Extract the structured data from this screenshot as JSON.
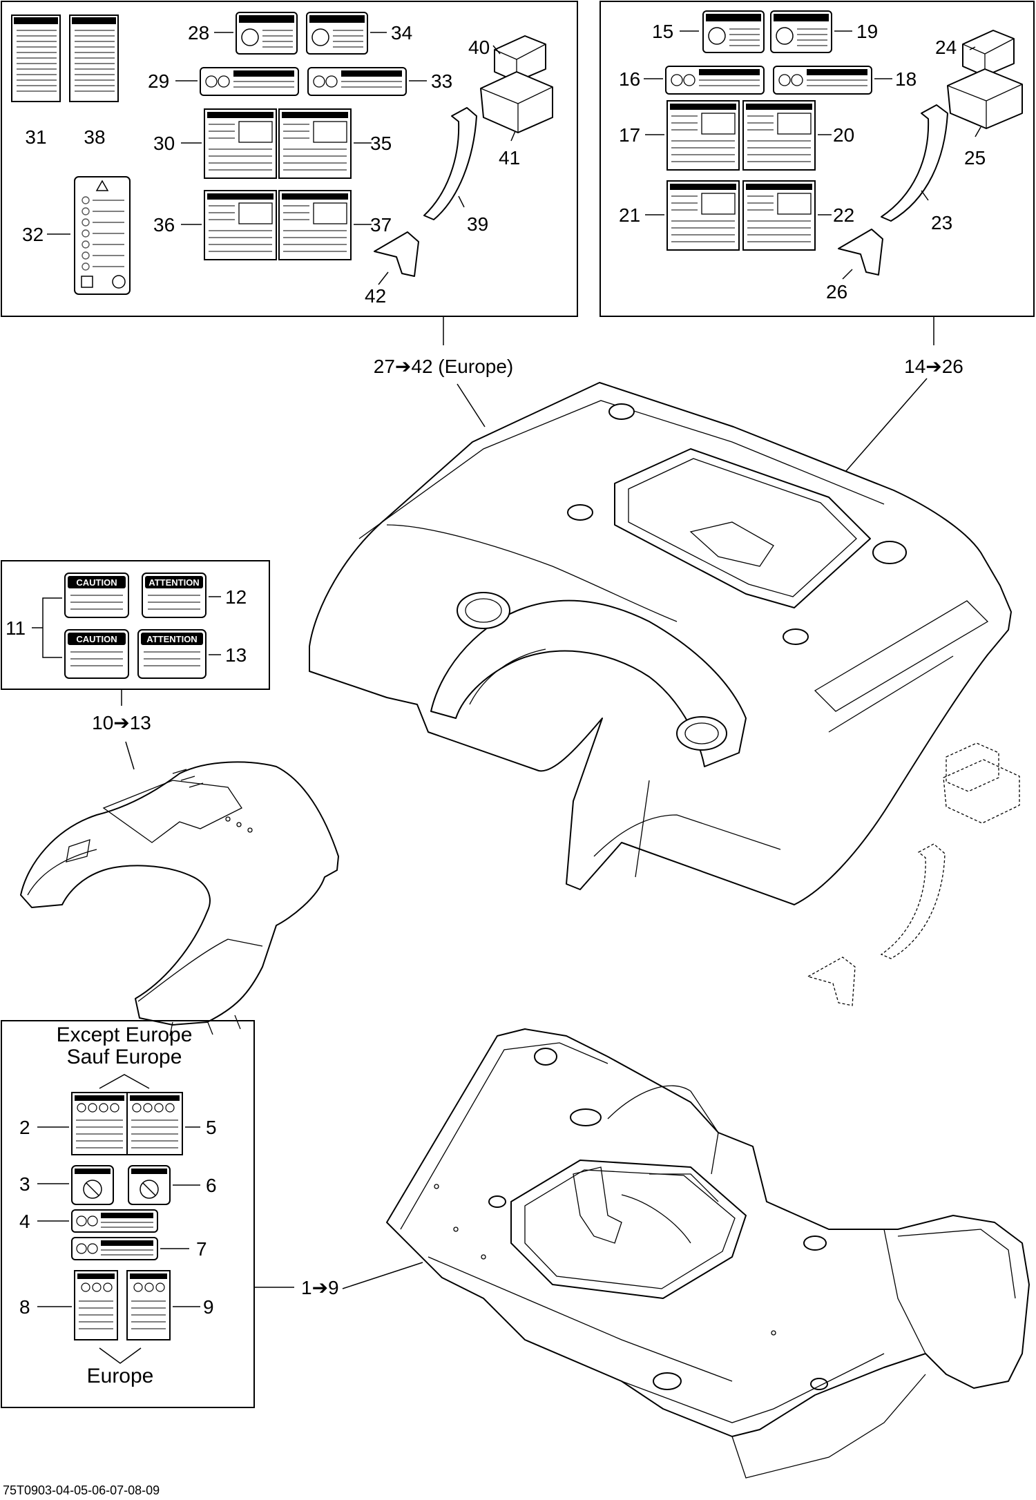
{
  "diagram": {
    "reference_code": "75T0903-04-05-06-07-08-09",
    "kits": {
      "europe_rear_decals": "27➔42 (Europe)",
      "rear_decals": "14➔26",
      "front_caution_decals": "10➔13",
      "front_fender_decals": "1➔9"
    },
    "headings": {
      "except_europe": "Except Europe",
      "sauf_europe": "Sauf Europe",
      "europe": "Europe"
    },
    "decal_titles": {
      "caution": "CAUTION",
      "attention": "ATTENTION"
    },
    "callouts": {
      "c1": "1",
      "c2": "2",
      "c3": "3",
      "c4": "4",
      "c5": "5",
      "c6": "6",
      "c7": "7",
      "c8": "8",
      "c9": "9",
      "c11": "11",
      "c12": "12",
      "c13": "13",
      "c15": "15",
      "c16": "16",
      "c17": "17",
      "c18": "18",
      "c19": "19",
      "c20": "20",
      "c21": "21",
      "c22": "22",
      "c23": "23",
      "c24": "24",
      "c25": "25",
      "c26": "26",
      "c28": "28",
      "c29": "29",
      "c30": "30",
      "c31": "31",
      "c32": "32",
      "c33": "33",
      "c34": "34",
      "c35": "35",
      "c36": "36",
      "c37": "37",
      "c38": "38",
      "c39": "39",
      "c40": "40",
      "c41": "41",
      "c42": "42"
    }
  }
}
